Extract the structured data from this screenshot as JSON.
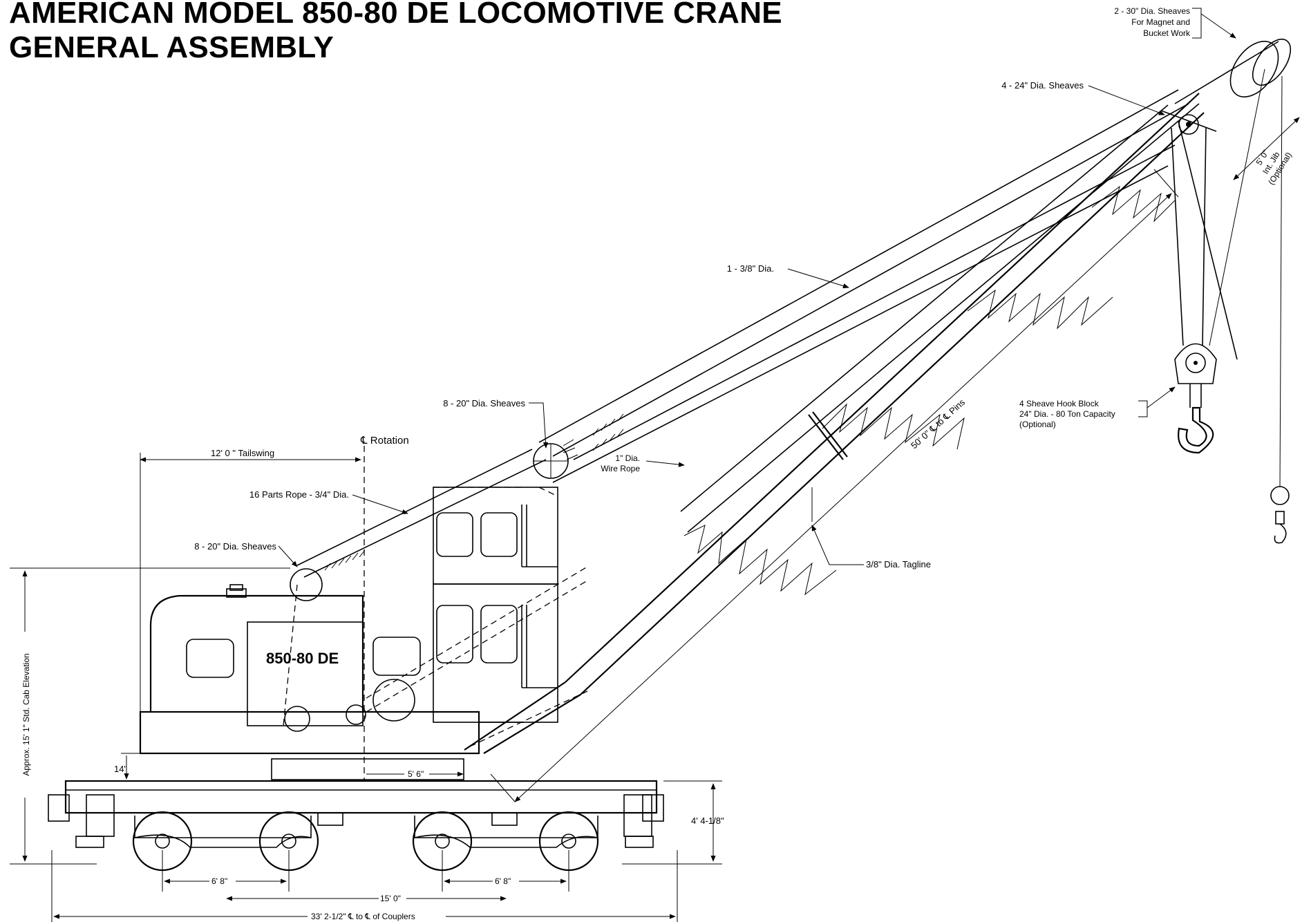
{
  "title": {
    "line1": "AMERICAN MODEL 850-80 DE LOCOMOTIVE CRANE",
    "line2": "GENERAL ASSEMBLY"
  },
  "callouts": {
    "top_sheaves_1": "2 - 30\" Dia. Sheaves",
    "top_sheaves_2": "For Magnet and",
    "top_sheaves_3": "Bucket Work",
    "sheaves_24": "4 - 24\" Dia. Sheaves",
    "jib_1": "5' 0\"",
    "jib_2": "Int. Jib",
    "jib_3": "(Optional)",
    "rope_138": "1 - 3/8\" Dia.",
    "sheaves_20_upper": "8 - 20\" Dia. Sheaves",
    "rotation": "℄ Rotation",
    "tailswing": "12' 0 \"  Tailswing",
    "wire_rope_1": "1\" Dia.",
    "wire_rope_2": "Wire Rope",
    "parts_rope": "16 Parts Rope - 3/4\" Dia.",
    "sheaves_20_lower": "8 - 20\" Dia. Sheaves",
    "boom_length": "50' 0\" ℄ to ℄ Pins",
    "tagline": "3/8\" Dia. Tagline",
    "hook_block_1": "4 Sheave Hook  Block",
    "hook_block_2": "24\" Dia. - 80 Ton Capacity",
    "hook_block_3": "(Optional)",
    "model_badge": "850-80 DE"
  },
  "dimensions": {
    "cab_elevation": "Approx. 15' 1\" Std. Cab Elevation",
    "offset_14": "14\"",
    "offset_56": "5' 6\"",
    "deck_height": "4'  4-1/8\"",
    "axle_left": "6' 8\"",
    "axle_right": "6' 8\"",
    "truck_centers": "15' 0\"",
    "coupler_length": "33' 2-1/2\" ℄  to  ℄  of Couplers"
  }
}
